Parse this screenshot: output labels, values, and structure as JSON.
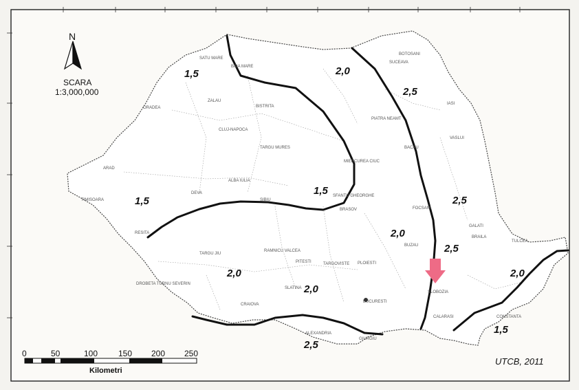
{
  "north_arrow": {
    "letter": "N",
    "icon": "north-arrow-icon"
  },
  "scale_text": {
    "title": "SCARA",
    "ratio": "1:3,000,000"
  },
  "zones": [
    {
      "value": "1,5"
    },
    {
      "value": "2,0"
    },
    {
      "value": "2,5"
    },
    {
      "value": "1,5"
    },
    {
      "value": "1,5"
    },
    {
      "value": "2,0"
    },
    {
      "value": "2,5"
    },
    {
      "value": "2,0"
    },
    {
      "value": "2,5"
    },
    {
      "value": "2,0"
    },
    {
      "value": "2,0"
    },
    {
      "value": "2,5"
    },
    {
      "value": "1,5"
    }
  ],
  "cities": [
    "SATU MARE",
    "BAIA MARE",
    "SUCEAVA",
    "BOTOSANI",
    "ORADEA",
    "ZALAU",
    "BISTRITA",
    "IASI",
    "PIATRA NEAMT",
    "CLUJ-NAPOCA",
    "VASLUI",
    "TARGU MURES",
    "BACAU",
    "MIERCUREA CIUC",
    "ARAD",
    "ALBA IULIA",
    "TIMISOARA",
    "DEVA",
    "SIBIU",
    "SFANTU GHEORGHE",
    "BRASOV",
    "FOCSANI",
    "GALATI",
    "RESITA",
    "BUZAU",
    "TULCEA",
    "BRAILA",
    "TARGU JIU",
    "RAMNICU VALCEA",
    "PITESTI",
    "TARGOVISTE",
    "PLOIESTI",
    "DROBETA TURNU SEVERIN",
    "SLATINA",
    "SLOBOZIA",
    "CRAIOVA",
    "BUCURESTI",
    "CALARASI",
    "CONSTANTA",
    "ALEXANDRIA",
    "GIURGIU"
  ],
  "scale_bar": {
    "ticks": [
      "0",
      "50",
      "100",
      "150",
      "200",
      "250"
    ],
    "unit_label": "Kilometri"
  },
  "credit": "UTCB, 2011",
  "marker": {
    "icon": "pink-arrow-marker-icon",
    "color": "#ee6b86"
  }
}
